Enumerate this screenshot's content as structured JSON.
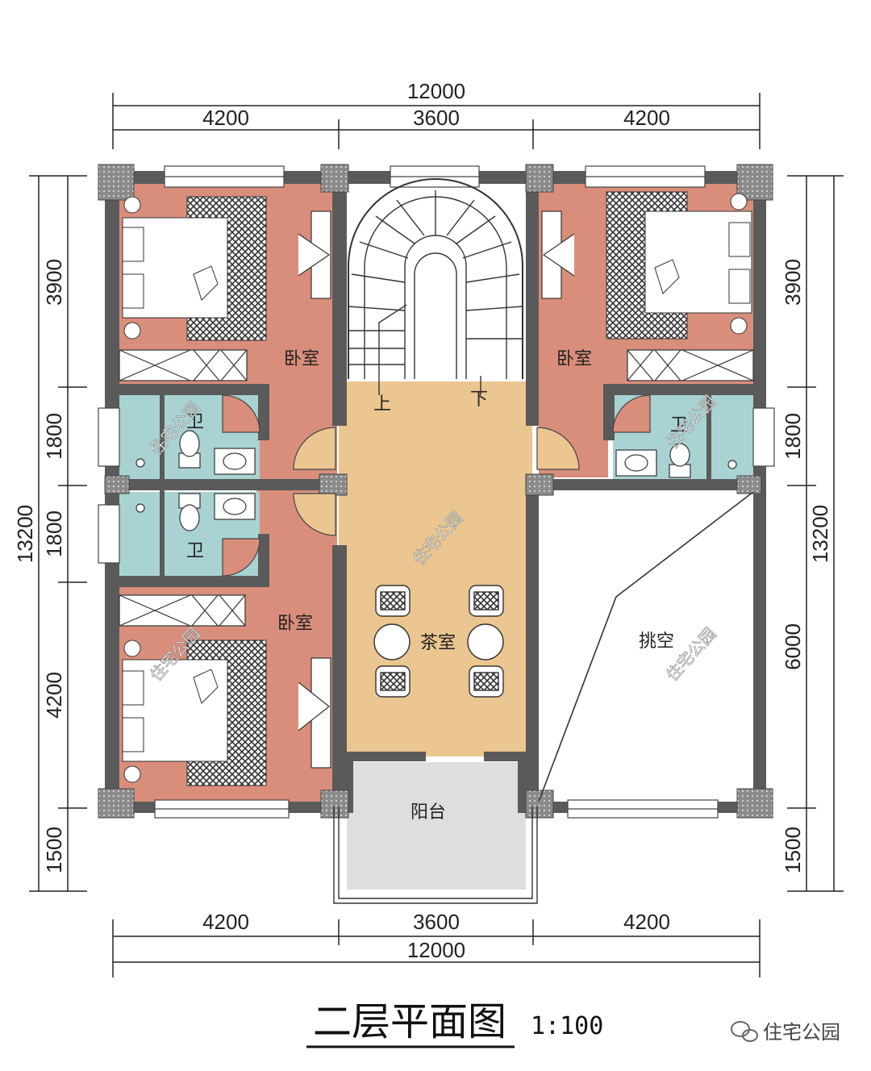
{
  "title": "二层平面图",
  "scale": "1:100",
  "watermark": "住宅公园",
  "footer_brand": "住宅公园",
  "dimensions": {
    "top_total": "12000",
    "top_segments": [
      "4200",
      "3600",
      "4200"
    ],
    "bottom_total": "12000",
    "bottom_segments": [
      "4200",
      "3600",
      "4200"
    ],
    "left_total": "13200",
    "left_segments": [
      "3900",
      "1800",
      "1800",
      "4200",
      "1500"
    ],
    "right_total": "13200",
    "right_segments": [
      "3900",
      "1800",
      "6000",
      "1500"
    ]
  },
  "rooms": {
    "bedroom_top_left": "卧室",
    "bedroom_top_right": "卧室",
    "bedroom_bottom_left": "卧室",
    "bath_left_top": "卫",
    "bath_left_bottom": "卫",
    "bath_right": "卫",
    "tea_room": "茶室",
    "void": "挑空",
    "balcony": "阳台",
    "stair_up": "上",
    "stair_down": "下"
  },
  "colors": {
    "bedroom": "#d98e7c",
    "bathroom": "#a9d3d3",
    "hall": "#ebc690",
    "balcony": "#dedede",
    "wall": "#5a5a5a",
    "void": "#ffffff"
  }
}
